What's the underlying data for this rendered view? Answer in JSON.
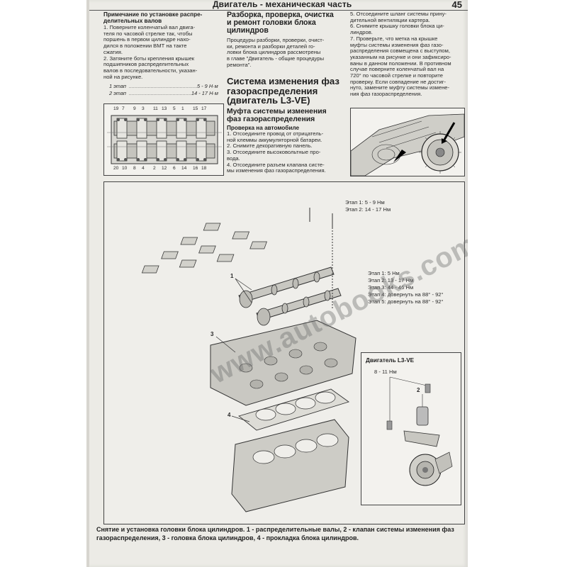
{
  "header": {
    "title": "Двигатель - механическая часть",
    "page_number": "45"
  },
  "col1": {
    "note_title": "Примечание по установке распре-\nделительных валов",
    "note_text": "1. Поверните коленчатый вал двига-\nтеля по часовой стрелке так, чтобы\nпоршень в первом цилиндре нахо-\nдился в положении ВМТ на такте\nсжатия.\n2. Затяните боты крепления крышек\nподшипников распределительных\nвалов в последовательности, указан-\nной на рисунке.",
    "stages": [
      {
        "label": "1 этап",
        "value": "5 - 9 Н·м"
      },
      {
        "label": "2 этап",
        "value": "14 - 17 Н·м"
      }
    ],
    "bolt_numbers_top": [
      "19",
      "7",
      "9",
      "3",
      "11",
      "13",
      "5",
      "1",
      "15",
      "17"
    ],
    "bolt_numbers_bottom": [
      "20",
      "10",
      "8",
      "4",
      "2",
      "12",
      "6",
      "14",
      "16",
      "18"
    ]
  },
  "col2": {
    "heading": "Разборка, проверка, очистка\nи ремонт головки блока\nцилиндров",
    "text": "Процедуры разборки, проверки, очист-\nки, ремонта и разборки деталей го-\nловки блока цилиндров рассмотрены\nв главе \"Двигатель - общие процедуры\nремонта\".",
    "section_heading": "Система изменения фаз\nгазораспределения\n(двигатель L3-VE)",
    "sub_heading": "Муфта системы изменения\nфаз газораспределения",
    "sub_sub_heading": "Проверка на автомобиле",
    "steps": "1. Отсоедините провод от отрицатель-\nной клеммы аккумуляторной батареи.\n2. Снимите декоративную панель.\n3. Отсоедините высоковольтные про-\nвода.\n4. Отсоедините разъем клапана систе-\nмы изменения фаз газораспределения."
  },
  "col3": {
    "text": "5. Отсоедините шланг системы прину-\nдительной вентиляции картера.\n6. Снимите крышку головки блока ци-\nлиндров.\n7. Проверьте, что метка на крышке\nмуфты системы изменения фаз газо-\nраспределения совмещена с выступом,\nуказанным на рисунке и они зафиксиро-\nваны в данном положении. В противном\nслучае поверните коленчатый вал на\n720° по часовой стрелке и повторите\nпроверку. Если совпадение не достиг-\nнуто, замените муфту системы измене-\nния фаз газораспределения."
  },
  "diagram": {
    "torque_top": [
      "Этап 1: 5 - 9 Нм",
      "Этап 2: 14 - 17 Нм"
    ],
    "torque_mid": [
      "Этап 1: 5 Нм",
      "Этап 2: 13 - 17 Нм",
      "Этап 3: 44 - 46 Нм",
      "Этап 4: довернуть на 88° - 92°",
      "Этап 5: довернуть на 88° - 92°"
    ],
    "callouts": [
      "1",
      "3",
      "4",
      "2"
    ],
    "inset_title": "Двигатель L3-VE",
    "inset_torque": "8 - 11 Нм"
  },
  "caption": "Снятие и установка головки блока цилиндров. 1 - распределительные валы, 2 - клапан системы изменения фаз газораспределения, 3 - головка блока цилиндров, 4 - прокладка блока цилиндров.",
  "watermark": "www.autobooks.com.ua"
}
